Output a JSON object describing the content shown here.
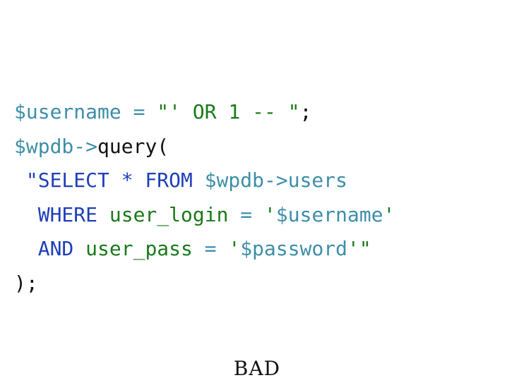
{
  "colors": {
    "variable": "#3d8ea8",
    "string": "#1a7a1a",
    "keyword": "#1f3fb8",
    "plain": "#111111"
  },
  "code_lines": [
    [
      {
        "kind": "var",
        "text": "$username"
      },
      {
        "kind": "var",
        "text": " = "
      },
      {
        "kind": "str",
        "text": "\"' OR 1 -- \""
      },
      {
        "kind": "plain",
        "text": ";"
      }
    ],
    [
      {
        "kind": "var",
        "text": "$wpdb->"
      },
      {
        "kind": "plain",
        "text": "query("
      }
    ],
    [
      {
        "kind": "kw",
        "text": " \"SELECT * FROM "
      },
      {
        "kind": "var",
        "text": "$wpdb->users"
      }
    ],
    [
      {
        "kind": "kw",
        "text": "  WHERE "
      },
      {
        "kind": "str",
        "text": "user_login "
      },
      {
        "kind": "var",
        "text": "= "
      },
      {
        "kind": "str",
        "text": "'"
      },
      {
        "kind": "var",
        "text": "$username"
      },
      {
        "kind": "str",
        "text": "'"
      }
    ],
    [
      {
        "kind": "kw",
        "text": "  AND "
      },
      {
        "kind": "str",
        "text": "user_pass "
      },
      {
        "kind": "var",
        "text": "= "
      },
      {
        "kind": "str",
        "text": "'"
      },
      {
        "kind": "var",
        "text": "$password"
      },
      {
        "kind": "str",
        "text": "'\""
      }
    ],
    [
      {
        "kind": "plain",
        "text": ");"
      }
    ]
  ],
  "caption": "BAD"
}
